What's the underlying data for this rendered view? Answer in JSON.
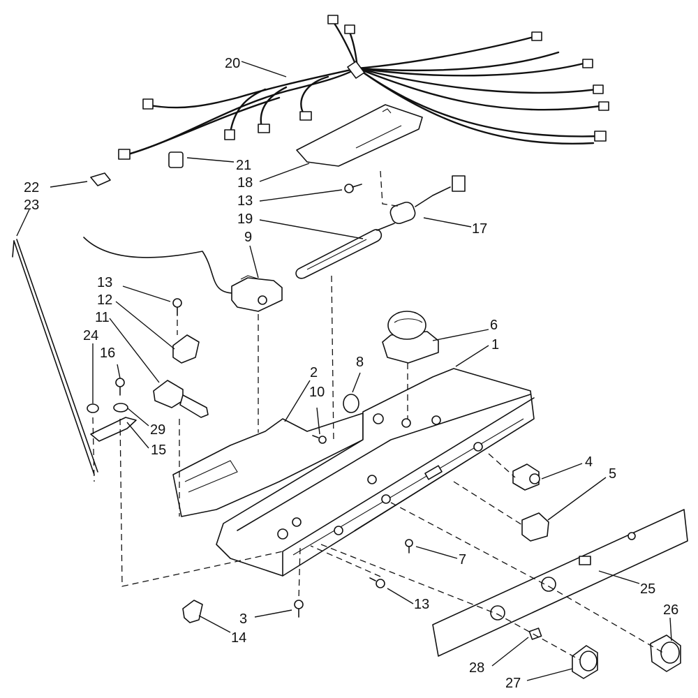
{
  "callouts": {
    "c1": "1",
    "c2": "2",
    "c3": "3",
    "c4": "4",
    "c5": "5",
    "c6": "6",
    "c7": "7",
    "c8": "8",
    "c9": "9",
    "c10": "10",
    "c11": "11",
    "c12": "12",
    "c13a": "13",
    "c13b": "13",
    "c13c": "13",
    "c14": "14",
    "c15": "15",
    "c16": "16",
    "c17": "17",
    "c18": "18",
    "c19": "19",
    "c20": "20",
    "c21": "21",
    "c22": "22",
    "c23": "23",
    "c24": "24",
    "c25": "25",
    "c26": "26",
    "c27": "27",
    "c28": "28",
    "c29": "29"
  }
}
